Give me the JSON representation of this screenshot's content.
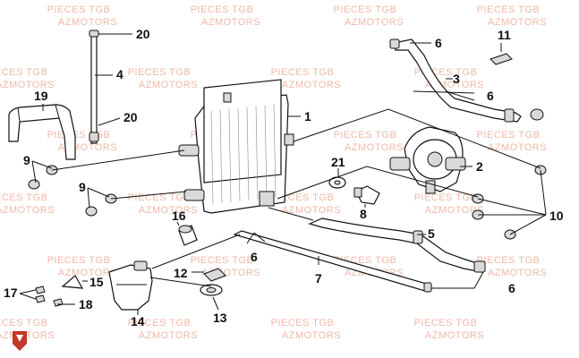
{
  "watermark": {
    "line1": "PIECES TGB",
    "line2": "AZMOTORS"
  },
  "colors": {
    "watermark": "#f0b9a8",
    "lines": "#111111",
    "logo": "#c0392b"
  },
  "callouts": [
    {
      "id": "c1",
      "label": "20"
    },
    {
      "id": "c2",
      "label": "4"
    },
    {
      "id": "c3",
      "label": "20"
    },
    {
      "id": "c4",
      "label": "19"
    },
    {
      "id": "c5",
      "label": "1"
    },
    {
      "id": "c6",
      "label": "6"
    },
    {
      "id": "c7",
      "label": "3"
    },
    {
      "id": "c8",
      "label": "6"
    },
    {
      "id": "c9",
      "label": "11"
    },
    {
      "id": "c10",
      "label": "2"
    },
    {
      "id": "c11",
      "label": "21"
    },
    {
      "id": "c12",
      "label": "8"
    },
    {
      "id": "c13",
      "label": "9"
    },
    {
      "id": "c14",
      "label": "9"
    },
    {
      "id": "c15",
      "label": "16"
    },
    {
      "id": "c16",
      "label": "10"
    },
    {
      "id": "c17",
      "label": "5"
    },
    {
      "id": "c18",
      "label": "6"
    },
    {
      "id": "c19",
      "label": "7"
    },
    {
      "id": "c20",
      "label": "6"
    },
    {
      "id": "c21",
      "label": "12"
    },
    {
      "id": "c22",
      "label": "15"
    },
    {
      "id": "c23",
      "label": "17"
    },
    {
      "id": "c24",
      "label": "18"
    },
    {
      "id": "c25",
      "label": "14"
    },
    {
      "id": "c26",
      "label": "13"
    }
  ]
}
